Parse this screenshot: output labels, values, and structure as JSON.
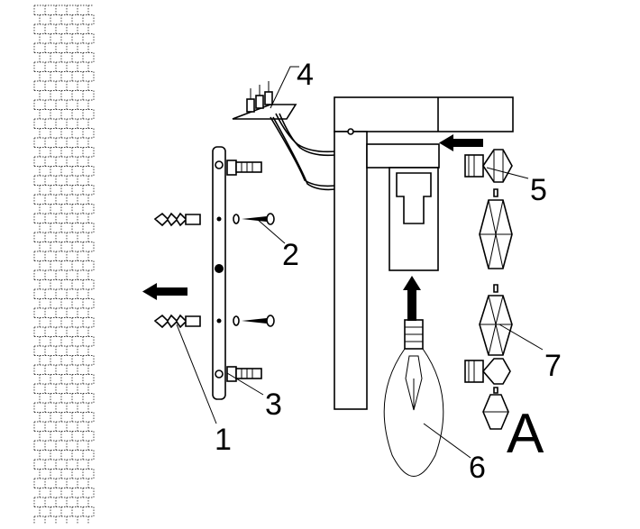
{
  "diagram": {
    "callouts": [
      {
        "id": "1",
        "label": "1"
      },
      {
        "id": "2",
        "label": "2"
      },
      {
        "id": "3",
        "label": "3"
      },
      {
        "id": "4",
        "label": "4"
      },
      {
        "id": "5",
        "label": "5"
      },
      {
        "id": "6",
        "label": "6"
      },
      {
        "id": "7",
        "label": "7"
      }
    ],
    "view_label": "A",
    "colors": {
      "line": "#000000",
      "background": "#ffffff"
    }
  }
}
